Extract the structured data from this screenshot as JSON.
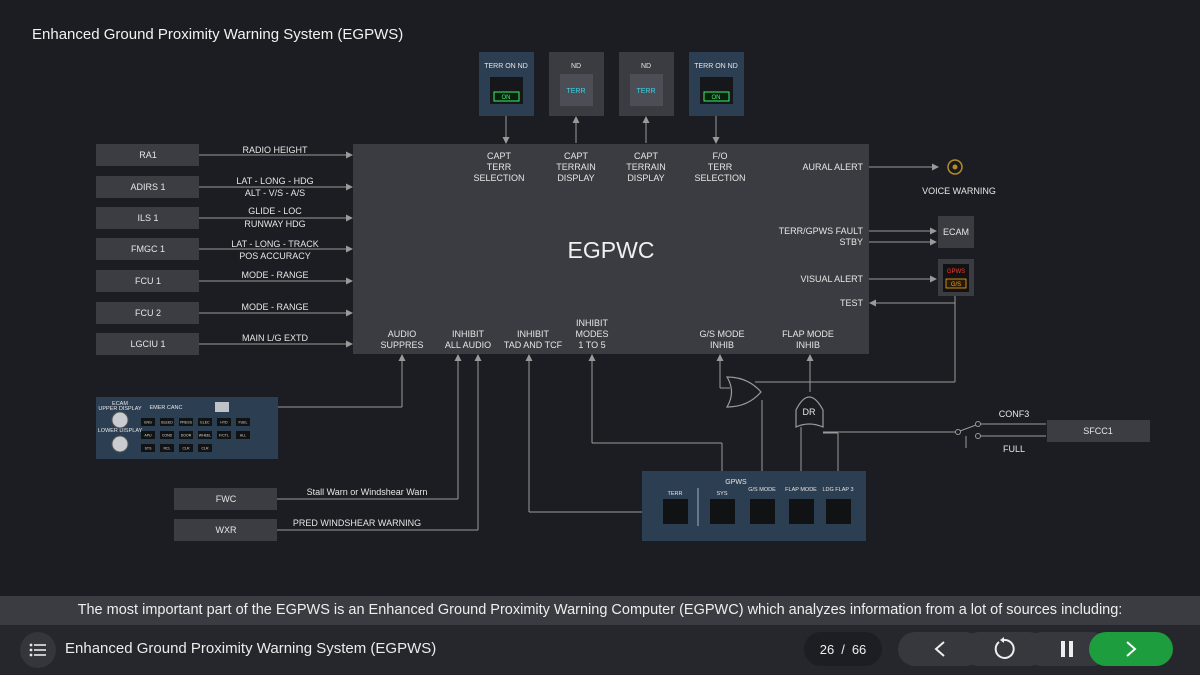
{
  "page": {
    "title": "Enhanced Ground Proximity Warning System (EGPWS)",
    "caption": "The most important part of the EGPWS is an Enhanced Ground Proximity Warning Computer (EGPWC) which analyzes information from a lot of sources including:"
  },
  "diagram": {
    "computer": "EGPWC",
    "sources": [
      {
        "name": "RA1",
        "signal1": "RADIO HEIGHT",
        "signal2": ""
      },
      {
        "name": "ADIRS 1",
        "signal1": "LAT - LONG - HDG",
        "signal2": "ALT - V/S - A/S"
      },
      {
        "name": "ILS 1",
        "signal1": "GLIDE - LOC",
        "signal2": "RUNWAY HDG"
      },
      {
        "name": "FMGC 1",
        "signal1": "LAT - LONG - TRACK",
        "signal2": "POS ACCURACY"
      },
      {
        "name": "FCU 1",
        "signal1": "MODE - RANGE",
        "signal2": ""
      },
      {
        "name": "FCU 2",
        "signal1": "MODE - RANGE",
        "signal2": ""
      },
      {
        "name": "LGCIU 1",
        "signal1": "MAIN L/G EXTD",
        "signal2": ""
      }
    ],
    "top_panels": [
      {
        "label": "TERR ON ND",
        "button": "ON"
      },
      {
        "label": "ND",
        "button": "TERR"
      },
      {
        "label": "ND",
        "button": "TERR"
      },
      {
        "label": "TERR ON ND",
        "button": "ON"
      }
    ],
    "top_inputs": [
      {
        "line1": "CAPT",
        "line2": "TERR",
        "line3": "SELECTION"
      },
      {
        "line1": "CAPT",
        "line2": "TERRAIN",
        "line3": "DISPLAY"
      },
      {
        "line1": "CAPT",
        "line2": "TERRAIN",
        "line3": "DISPLAY"
      },
      {
        "line1": "F/O",
        "line2": "TERR",
        "line3": "SELECTION"
      }
    ],
    "right_outputs": {
      "aural_alert": "AURAL ALERT",
      "voice_warning": "VOICE WARNING",
      "terr_fault": "TERR/GPWS FAULT",
      "stby": "STBY",
      "ecam": "ECAM",
      "visual_alert": "VISUAL ALERT",
      "test": "TEST",
      "gpws_light": "GPWS",
      "gs_light": "G/S"
    },
    "bottom_inputs": [
      {
        "line1": "AUDIO",
        "line2": "SUPPRES",
        "line3": ""
      },
      {
        "line1": "INHIBIT",
        "line2": "ALL AUDIO",
        "line3": ""
      },
      {
        "line1": "INHIBIT",
        "line2": "TAD AND TCF",
        "line3": ""
      },
      {
        "line1": "INHIBIT",
        "line2": "MODES",
        "line3": "1 TO 5"
      },
      {
        "line1": "G/S MODE",
        "line2": "INHIB",
        "line3": ""
      },
      {
        "line1": "FLAP MODE",
        "line2": "INHIB",
        "line3": ""
      }
    ],
    "fwc": {
      "name": "FWC",
      "signal": "Stall Warn or Windshear Warn"
    },
    "wxr": {
      "name": "WXR",
      "signal": "PRED WINDSHEAR WARNING"
    },
    "sfcc": {
      "name": "SFCC1",
      "conf3": "CONF3",
      "full": "FULL"
    },
    "dr": "DR",
    "ecam_panel": {
      "title": "ECAM",
      "upper": "UPPER DISPLAY",
      "lower": "LOWER DISPLAY",
      "emer": "EMER CANC",
      "keys": [
        "ENG",
        "BLEED",
        "PRESS",
        "ELEC",
        "HYD",
        "FUEL",
        "APU",
        "COND",
        "DOOR",
        "WHEEL",
        "F/CTL",
        "ALL",
        "STS",
        "RCL",
        "CLR",
        "CLR"
      ]
    },
    "gpws_panel": {
      "title": "GPWS",
      "buttons": [
        "TERR",
        "SYS",
        "G/S MODE",
        "FLAP MODE",
        "LDG FLAP 3"
      ]
    }
  },
  "controls": {
    "page_current": "26",
    "page_sep": "/",
    "page_total": "66"
  },
  "colors": {
    "background": "#1c1d22",
    "box": "#3c3d43",
    "panel": "#2c3e52",
    "accent_green": "#1d9d3d",
    "light_green": "#3cf06c",
    "light_cyan": "#3fd0e6",
    "light_red": "#ff3a2e",
    "light_amber": "#f2a623"
  }
}
